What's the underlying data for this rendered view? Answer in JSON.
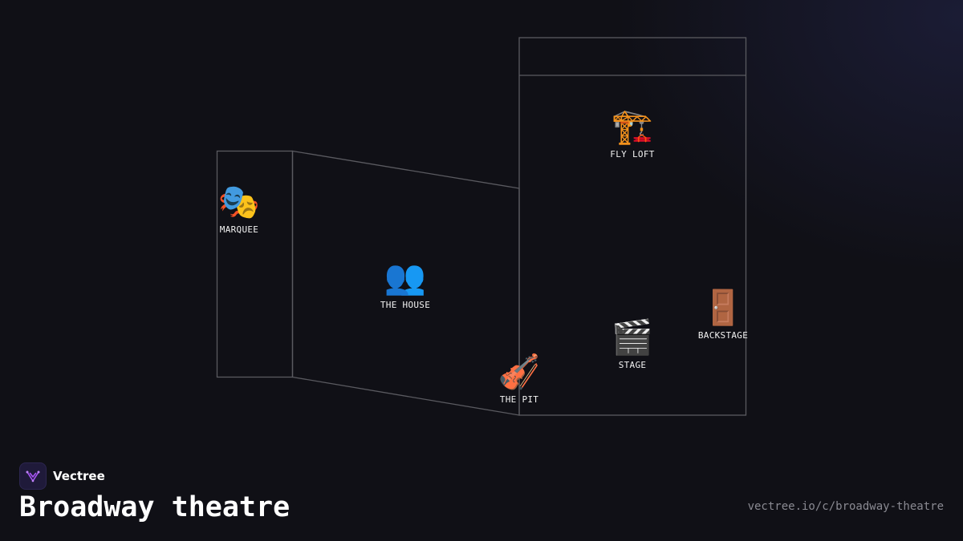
{
  "diagram": {
    "nodes": [
      {
        "id": "marquee",
        "emoji": "🎭",
        "label": "MARQUEE"
      },
      {
        "id": "house",
        "emoji": "👥",
        "label": "THE HOUSE"
      },
      {
        "id": "fly_loft",
        "emoji": "🏗️",
        "label": "FLY LOFT"
      },
      {
        "id": "backstage",
        "emoji": "🚪",
        "label": "BACKSTAGE"
      },
      {
        "id": "stage",
        "emoji": "🎬",
        "label": "STAGE"
      },
      {
        "id": "pit",
        "emoji": "🎻",
        "label": "THE PIT"
      }
    ]
  },
  "brand": {
    "name": "Vectree",
    "logo_icon": "vectree-logo-icon",
    "accent": "#a855f7"
  },
  "footer": {
    "title": "Broadway theatre",
    "url": "vectree.io/c/broadway-theatre"
  },
  "colors": {
    "background": "#101016",
    "outline": "#5a5a60",
    "label": "#f2f2f2",
    "url": "#8a8a92"
  }
}
